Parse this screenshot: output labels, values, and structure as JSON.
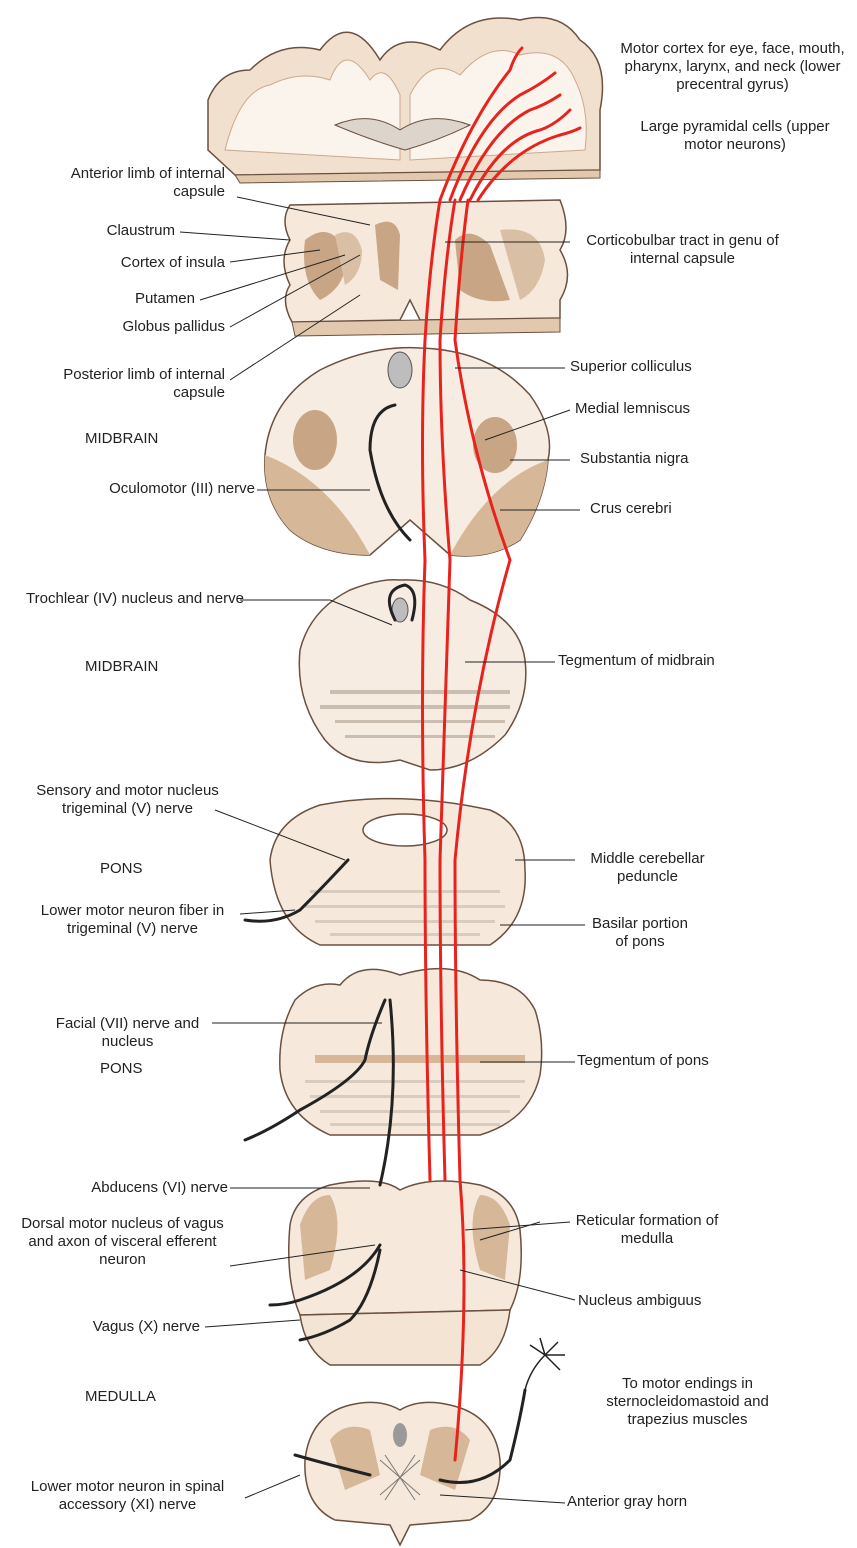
{
  "labels": {
    "motor_cortex": "Motor cortex for eye, face, mouth, pharynx, larynx, and neck (lower precentral gyrus)",
    "pyramidal_cells": "Large pyramidal cells (upper motor neurons)",
    "anterior_limb": "Anterior limb of internal capsule",
    "claustrum": "Claustrum",
    "insula": "Cortex of insula",
    "putamen": "Putamen",
    "globus_pallidus": "Globus pallidus",
    "posterior_limb": "Posterior limb of internal capsule",
    "corticobulbar": "Corticobulbar tract in genu of internal capsule",
    "superior_colliculus": "Superior colliculus",
    "medial_lemniscus": "Medial lemniscus",
    "substantia_nigra": "Substantia nigra",
    "crus_cerebri": "Crus cerebri",
    "oculomotor": "Oculomotor (III) nerve",
    "trochlear": "Trochlear (IV) nucleus and nerve",
    "tegmentum_midbrain": "Tegmentum of midbrain",
    "trigeminal_nucleus": "Sensory and motor nucleus trigeminal (V) nerve",
    "middle_cerebellar": "Middle cerebellar peduncle",
    "lmn_trigeminal": "Lower motor neuron fiber in trigeminal (V) nerve",
    "basilar_pons": "Basilar portion of pons",
    "facial": "Facial (VII) nerve and nucleus",
    "tegmentum_pons": "Tegmentum of pons",
    "abducens": "Abducens (VI) nerve",
    "dorsal_vagus": "Dorsal motor nucleus of vagus and axon of visceral efferent neuron",
    "reticular": "Reticular formation of medulla",
    "nucleus_ambiguus": "Nucleus ambiguus",
    "vagus": "Vagus (X) nerve",
    "motor_endings": "To motor endings in sternocleidomastoid and trapezius muscles",
    "lmn_accessory": "Lower motor neuron in spinal accessory (XI) nerve",
    "anterior_gray_horn": "Anterior gray horn"
  },
  "sections": {
    "midbrain_1": "MIDBRAIN",
    "midbrain_2": "MIDBRAIN",
    "pons_1": "PONS",
    "pons_2": "PONS",
    "medulla": "MEDULLA"
  }
}
